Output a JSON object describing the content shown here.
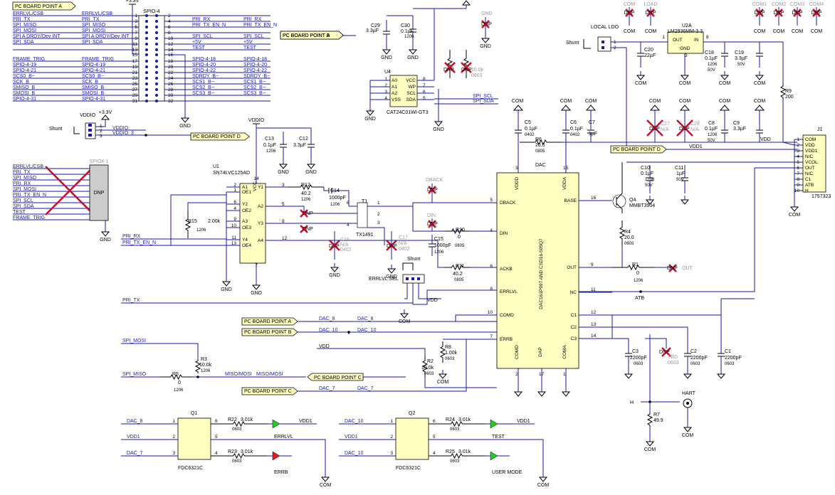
{
  "title_boxes": {
    "pcA": "PC BOARD POINT A",
    "pcB": "PC BOARD POINT B",
    "pcC": "PC BOARD POINT C",
    "pcD": "PC BOARD POINT D"
  },
  "spio4": {
    "ref": "SPIO-4",
    "left_nets": [
      "ERRLVL/CSB",
      "PRI_TX",
      "SPI_MISO",
      "SPI_MOSI",
      "SPI A DRDY/Dev INT",
      "SPI_SDA",
      "",
      "FRAME_TRIG",
      "SPIO-4-19",
      "SPIO-4-21",
      "SCS0_B~",
      "SCK_B",
      "SMISO_B",
      "SMOSI_B",
      "SPIO-4-31"
    ],
    "left_labels": [
      "ERRLVL/CSB",
      "PRI_TX",
      "SPI_MISO",
      "SPI_MOSI",
      "SPI A DRDY/Dev INT",
      "SPI_SDA",
      "",
      "FRAME_TRIG",
      "SPIO-4-19",
      "SPIO-4-21",
      "SCS0_B~",
      "SCK_B",
      "SMISO_B",
      "SMOSI_B",
      "SPIO-4-31"
    ],
    "right_labels": [
      "",
      "PRI_RX",
      "PRI_TX_EN_N",
      "",
      "SPI_SCL",
      "+5V",
      "TEST",
      "SPIO-4-18",
      "SPIO-4-20",
      "SPIO-4-22",
      "SDRDY_B~",
      "SCS1_B~",
      "SCS2_B~",
      "SCS3_B~",
      ""
    ],
    "right_nets": [
      "",
      "PRI_RX",
      "PRI_TX_EN_N",
      "",
      "SPI_SCL",
      "+5V",
      "TEST",
      "SPIO-4-18",
      "SPIO-4-20",
      "SPIO-4-22",
      "SDRDY_B~",
      "SCS1_B~",
      "SCS2_B~",
      "SCS3_B~",
      ""
    ],
    "pins_left": [
      "1",
      "3",
      "5",
      "7",
      "9",
      "11",
      "13",
      "17",
      "19",
      "21",
      "23",
      "25",
      "27",
      "29",
      "31"
    ],
    "pins_right": [
      "2",
      "4",
      "6",
      "8",
      "10",
      "12",
      "14",
      "18",
      "20",
      "22",
      "24",
      "26",
      "28",
      "30",
      "32"
    ],
    "pin15": "15",
    "pin16": "16"
  },
  "spio41": {
    "ref": "SPIO4-1",
    "nets": [
      "ERRLVL/CSB",
      "PRI_TX",
      "SPI_MISO",
      "PRI_RX",
      "SPI_MOSI",
      "PRI_TX_EN_N",
      "SPI_SCL",
      "SPI_SDA",
      "TEST",
      "FRAME_TRIG"
    ],
    "dnp": "DNP",
    "gnd": "GND"
  },
  "vddio": {
    "label": "VDDIO",
    "shunt": "Shunt",
    "net1": "VDDIO",
    "net3": "VDDIO_3",
    "p33": "+3.3V",
    "pins": [
      "1",
      "2",
      "3"
    ]
  },
  "power": {
    "p33": "+3.3V",
    "gnd": "GND",
    "com": "COM",
    "vddio": "VDDIO",
    "vdd": "VDD",
    "vdd1": "VDD1"
  },
  "u4": {
    "ref": "U4",
    "part": "CAT24C01WI-GT3",
    "pins_left": [
      "A0",
      "A1",
      "A2",
      "VSS"
    ],
    "pins_right": [
      "VCC",
      "WP",
      "SCL",
      "SDA"
    ],
    "nums_left": [
      "1",
      "2",
      "3",
      "4"
    ],
    "nums_right": [
      "8",
      "7",
      "6",
      "5"
    ],
    "scl": "SPI_SCL",
    "sda": "SPI_SDA"
  },
  "c29": {
    "ref": "C29",
    "val": "3.3µF"
  },
  "c30": {
    "ref": "C30",
    "val": "0.1µF",
    "pkg": "1206"
  },
  "dnp_u4": [
    {
      "ref": "R?",
      "val": "10.0k",
      "pkg": "0603"
    },
    {
      "ref": "R?",
      "val": "10.0k",
      "pkg": "0603"
    }
  ],
  "u1": {
    "ref": "U1",
    "part": "SN74LVC125AD",
    "pins": [
      "A1",
      "OE1",
      "Y2",
      "OE2",
      "A3",
      "OE3",
      "Y4",
      "OE4",
      "VCC",
      "Y1",
      "A2",
      "Y3",
      "A4",
      "GND"
    ],
    "nums": [
      "2",
      "1",
      "6",
      "4",
      "9",
      "10",
      "11",
      "13",
      "14",
      "3",
      "5",
      "8",
      "12",
      "7"
    ]
  },
  "c13": {
    "ref": "C13",
    "val": "0.1µF",
    "pkg": "1206"
  },
  "c12": {
    "ref": "C12",
    "val": "3.3µF"
  },
  "r15": {
    "ref": "R15",
    "val": "2.00k",
    "pkg": "1206"
  },
  "r12": {
    "ref": "R12",
    "val": "40.2",
    "pkg": "1206"
  },
  "c14": {
    "ref": "C14",
    "val": "1000pF",
    "pkg": "1206"
  },
  "t1": {
    "ref": "T1",
    "part": "TX1491",
    "pins": [
      "6",
      "1",
      "2",
      "3",
      "4"
    ]
  },
  "c15": {
    "ref": "C15",
    "val": "1000pF",
    "pkg": "1206"
  },
  "c16": {
    "ref": "C16",
    "val": "N/A",
    "pkg": "0402",
    "dnp": "DNP"
  },
  "c17": {
    "ref": "C17",
    "val": "N/A",
    "pkg": "0402",
    "dnp": "DNP"
  },
  "r10": {
    "ref": "R10",
    "val": "0",
    "pkg": "0805"
  },
  "r11": {
    "ref": "R11",
    "val": "40.2",
    "pkg": "0805"
  },
  "r8": {
    "ref": "R8",
    "val": "1.00k",
    "pkg": "0603"
  },
  "r2": {
    "ref": "R2",
    "val": "10.0k",
    "pkg": "0603"
  },
  "r3": {
    "ref": "R3",
    "val": "10.0k",
    "pkg": "1206"
  },
  "r5": {
    "ref": "R5",
    "val": "0",
    "pkg": "1206"
  },
  "errlvl": {
    "label": "ERRLVL SEL",
    "shunt": "Shunt",
    "vdd": "VDD"
  },
  "u3": {
    "ref": "DAC161P997 AND CSD16-505Q7",
    "pins_left": [
      "DBACK",
      "DIN",
      "ACKB",
      "ERRLVL",
      "COMD",
      "ERRB"
    ],
    "nums_left": [
      "5",
      "4",
      "6",
      "8",
      "10",
      "7"
    ],
    "pins_right": [
      "BASE",
      "OUT",
      "NC",
      "C1",
      "C2",
      "C3"
    ],
    "nums_right": [
      "16",
      "9",
      "11",
      "12",
      "13",
      "14"
    ],
    "pins_top": [
      "VDDD",
      "VDDA"
    ],
    "nums_top": [
      "3",
      "15"
    ],
    "pins_bottom": [
      "COMD",
      "DAP",
      "COMA"
    ],
    "nums_bottom": [
      "2",
      "17",
      "1"
    ]
  },
  "c5": {
    "ref": "C5",
    "val": "0.1µF",
    "pkg": "0402"
  },
  "r6": {
    "ref": "R6",
    "val": "20.0",
    "pkg": "0805"
  },
  "c6": {
    "ref": "C6",
    "val": "0.1µF",
    "pkg": "0402"
  },
  "c7": {
    "ref": "C7",
    "val": "1µF"
  },
  "dac": "DAC",
  "c27": {
    "ref": "C27",
    "val": "N/A",
    "dnp": "DNP"
  },
  "c28": {
    "ref": "C28",
    "val": "N/A",
    "dnp": "DNP"
  },
  "c8": {
    "ref": "C8",
    "val": "0.1µF",
    "pkg": "1206",
    "v": "50V"
  },
  "c9": {
    "ref": "C9",
    "val": "3.3µF"
  },
  "u2a": {
    "ref": "U2A",
    "part": "LM2936MM-3.3",
    "pins": [
      "OUT",
      "IN",
      "GND"
    ],
    "nums": [
      "1",
      "8",
      "3"
    ]
  },
  "local_ldo": {
    "label": "LOCAL LDO",
    "shunt": "Shunt",
    "pins": [
      "1",
      "2"
    ]
  },
  "c20": {
    "ref": "C20",
    "val": "22µF"
  },
  "c18": {
    "ref": "C18",
    "val": "0.1µF",
    "pkg": "1206",
    "v": "50V"
  },
  "c19": {
    "ref": "C19",
    "val": "3.3µF",
    "v": "50V"
  },
  "r9": {
    "ref": "R9",
    "val": "200"
  },
  "c10": {
    "ref": "C10",
    "val": "0.1µF",
    "pkg": "1206",
    "v": "50V"
  },
  "c11": {
    "ref": "C11",
    "val": "1µF",
    "v": "50V"
  },
  "q4": {
    "ref": "Q4",
    "part": "MMBT3904"
  },
  "r4": {
    "ref": "R4",
    "val": "20.0",
    "pkg": "0603"
  },
  "r1": {
    "ref": "R1",
    "val": "0",
    "pkg": "1206"
  },
  "j1": {
    "ref": "J1",
    "part": "1757323",
    "pins": [
      "COM",
      "VDD",
      "VDD1",
      "N/C",
      "VCOL",
      "OUT",
      "N/C",
      "C1",
      "ATB",
      "H"
    ],
    "nums": [
      "1",
      "2",
      "3",
      "4",
      "5",
      "6",
      "7",
      "8",
      "9",
      "10"
    ]
  },
  "top_dnp": [
    "COM",
    "DNP",
    "LOAD",
    "DNP",
    "COM1",
    "COM2",
    "COM3",
    "COM4"
  ],
  "c3": {
    "ref": "C3",
    "val": "2200pF",
    "pkg": "0603"
  },
  "c4": {
    "ref": "C4",
    "val": "TBD",
    "pkg": "0603",
    "dnp": "DNP"
  },
  "c2": {
    "ref": "C2",
    "val": "2200pF",
    "pkg": "0603"
  },
  "c1": {
    "ref": "C1",
    "val": "2200pF",
    "pkg": "0603"
  },
  "r7": {
    "ref": "R7",
    "val": "49.9"
  },
  "hart": "HART",
  "h": "H",
  "atb": "ATB",
  "out": "OUT",
  "q1": {
    "ref": "Q1",
    "part": "FDC6321C",
    "pins": [
      "1",
      "2",
      "3",
      "6",
      "5",
      "4"
    ]
  },
  "q2": {
    "ref": "Q2",
    "part": "FDC6321C",
    "pins": [
      "1",
      "2",
      "3",
      "6",
      "5",
      "4"
    ]
  },
  "r22": {
    "ref": "R22",
    "val": "3.01k",
    "pkg": "0603"
  },
  "r23": {
    "ref": "R23",
    "val": "3.01k",
    "pkg": "0603"
  },
  "r24": {
    "ref": "R24",
    "val": "3.01k",
    "pkg": "0603"
  },
  "r25": {
    "ref": "R25",
    "val": "3.01k",
    "pkg": "0603"
  },
  "leds": {
    "errlvl": "ERRLVL",
    "errb": "ERRB",
    "test": "TEST",
    "user": "USER MODE"
  },
  "nets": {
    "dac8": "DAC_8",
    "dac10": "DAC_10",
    "dac7": "DAC_7",
    "vdd1": "VDD1",
    "pri_rx": "PRI_RX",
    "pri_tx_en": "PRI_TX_EN_N",
    "pri_tx": "PRI_TX",
    "spi_mosi": "SPI_MOSI",
    "spi_miso": "SPI_MISO",
    "miso_mosi": "MISO/MOSI",
    "dback": "DBACK",
    "din": "DIN"
  },
  "colors": {
    "wire": "#1a1aa8",
    "text": "#000000",
    "dnp": "#c8102e",
    "box": "#ffffc2",
    "led_green": "#22cc22",
    "led_red": "#e02020"
  }
}
